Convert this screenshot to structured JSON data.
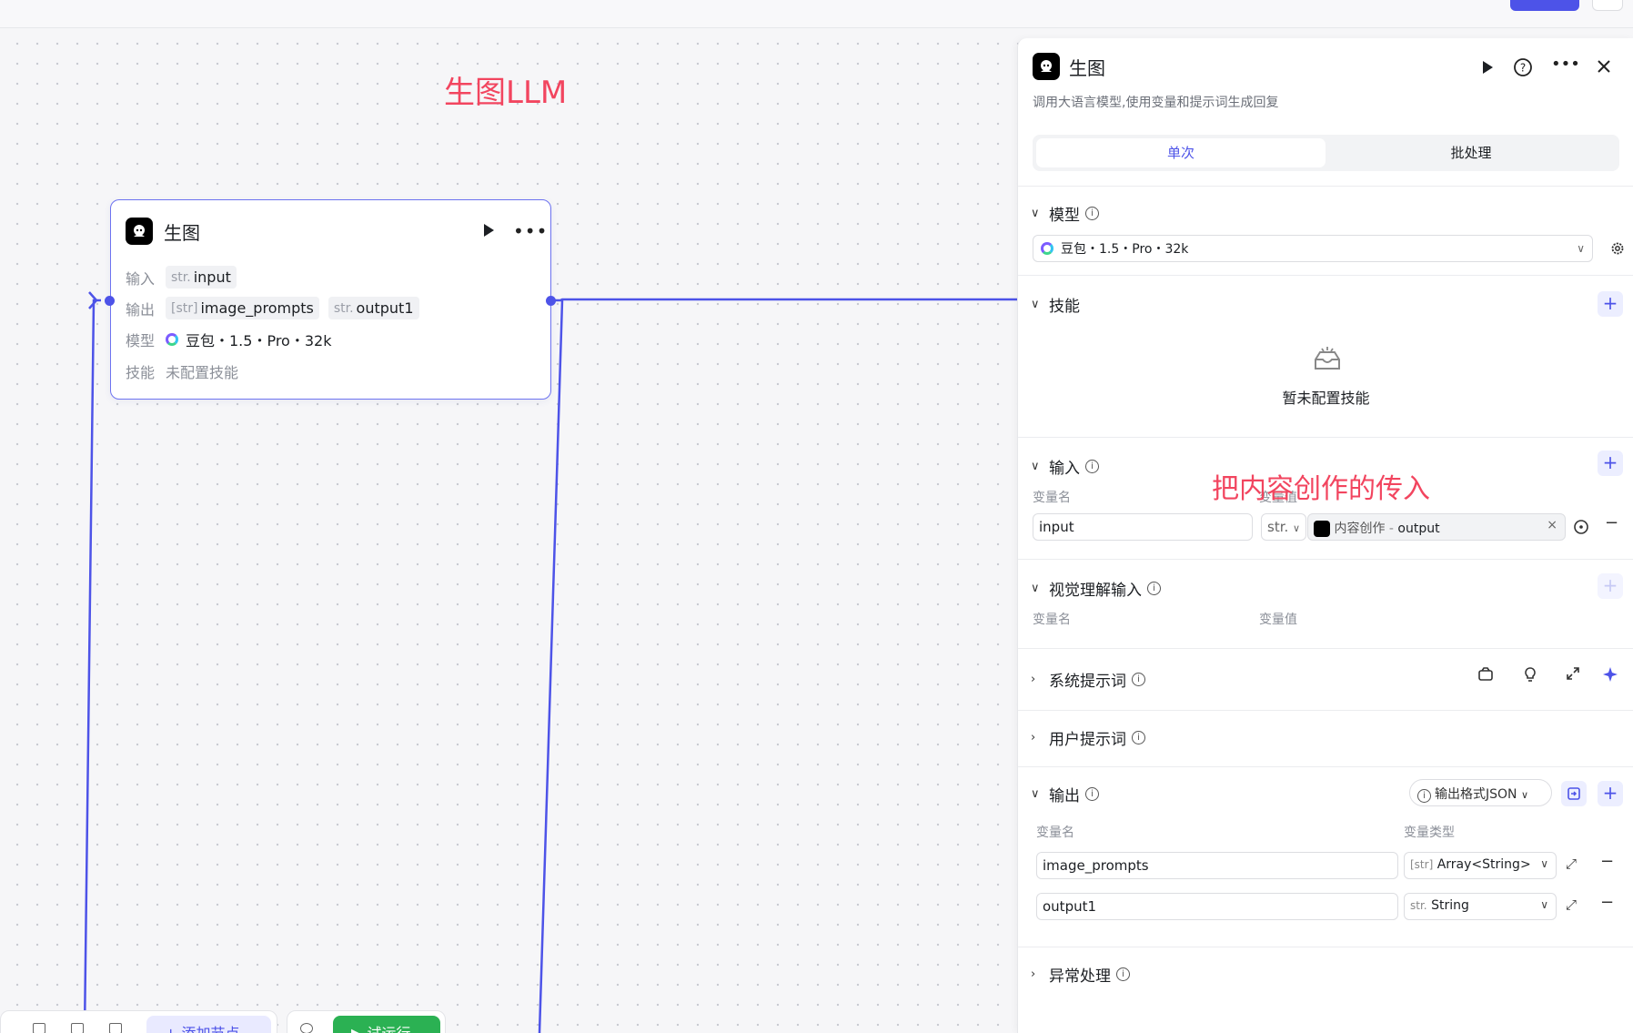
{
  "canvas": {
    "annotation_title": "生图LLM",
    "accent": "#4d53e8",
    "annotation_color": "#f2455f"
  },
  "node": {
    "title": "生图",
    "input_label": "输入",
    "input_prefix": "str.",
    "input_value": "input",
    "output_label": "输出",
    "output_1_prefix": "[str]",
    "output_1_value": "image_prompts",
    "output_2_prefix": "str.",
    "output_2_value": "output1",
    "model_label": "模型",
    "model_value": "豆包・1.5・Pro・32k",
    "skill_label": "技能",
    "skill_value": "未配置技能"
  },
  "bottom": {
    "add_node": "+ 添加节点",
    "trial_run": "▶ 试运行"
  },
  "panel": {
    "title": "生图",
    "description": "调用大语言模型,使用变量和提示词生成回复",
    "tabs": [
      "单次",
      "批处理"
    ],
    "model_section": "模型",
    "model_select": "豆包・1.5・Pro・32k",
    "skills_section": "技能",
    "skills_empty": "暂未配置技能",
    "input_section": "输入",
    "input_col_name": "变量名",
    "input_col_value": "变量值",
    "input_annotation": "把内容创作的传入",
    "input_row": {
      "name": "input",
      "type": "str.",
      "ref_node": "内容创作",
      "ref_sep": " - ",
      "ref_field": "output"
    },
    "vision_section": "视觉理解输入",
    "vision_col_name": "变量名",
    "vision_col_value": "变量值",
    "system_prompt_section": "系统提示词",
    "user_prompt_section": "用户提示词",
    "output_section": "输出",
    "output_format": "输出格式JSON",
    "output_col_name": "变量名",
    "output_col_type": "变量类型",
    "output_rows": [
      {
        "name": "image_prompts",
        "type_prefix": "[str]",
        "type": "Array<String>"
      },
      {
        "name": "output1",
        "type_prefix": "str.",
        "type": "String"
      }
    ],
    "exception_section": "异常处理"
  }
}
